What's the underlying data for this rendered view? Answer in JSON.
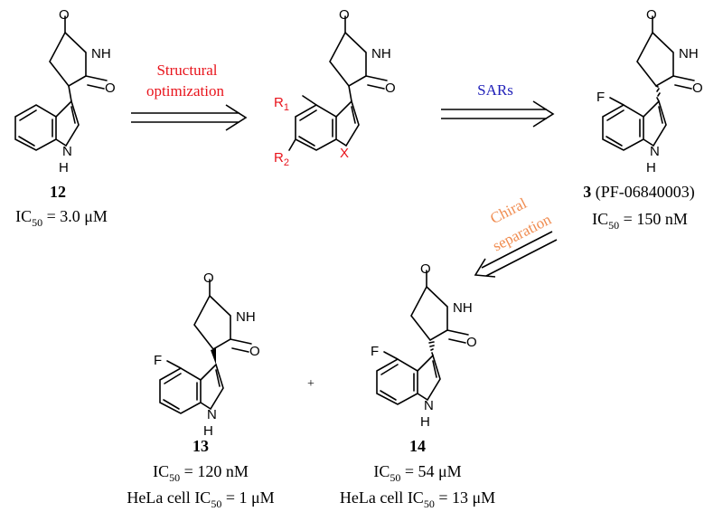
{
  "atoms": {
    "O": "O",
    "NH": "NH",
    "N": "N",
    "H": "H",
    "F": "F",
    "R": "R",
    "X": "X",
    "one": "1",
    "two": "2"
  },
  "arrows": {
    "structural_line1": "Structural",
    "structural_line2": "optimization",
    "sars": "SARs",
    "chiral_line1": "Chiral",
    "chiral_line2": "separation"
  },
  "plus": "+",
  "compounds": {
    "c12": {
      "id": "12",
      "ic50_prefix": "IC",
      "ic50_sub": "50",
      "ic50_value": " = 3.0 μM"
    },
    "c3": {
      "id": "3",
      "id_suffix": " (PF-06840003)",
      "ic50_prefix": "IC",
      "ic50_sub": "50",
      "ic50_value": " = 150 nM"
    },
    "c13": {
      "id": "13",
      "ic50_prefix": "IC",
      "ic50_sub": "50",
      "ic50_value": " = 120 nM",
      "hela_prefix": "HeLa cell IC",
      "hela_sub": "50",
      "hela_value": " = 1 μM"
    },
    "c14": {
      "id": "14",
      "ic50_prefix": "IC",
      "ic50_sub": "50",
      "ic50_value": " = 54 μM",
      "hela_prefix": "HeLa cell IC",
      "hela_sub": "50",
      "hela_value": " = 13 μM"
    }
  },
  "colors": {
    "red": "#e8131b",
    "blue": "#1f1fb8",
    "orange": "#f08c50",
    "black": "#000000"
  }
}
